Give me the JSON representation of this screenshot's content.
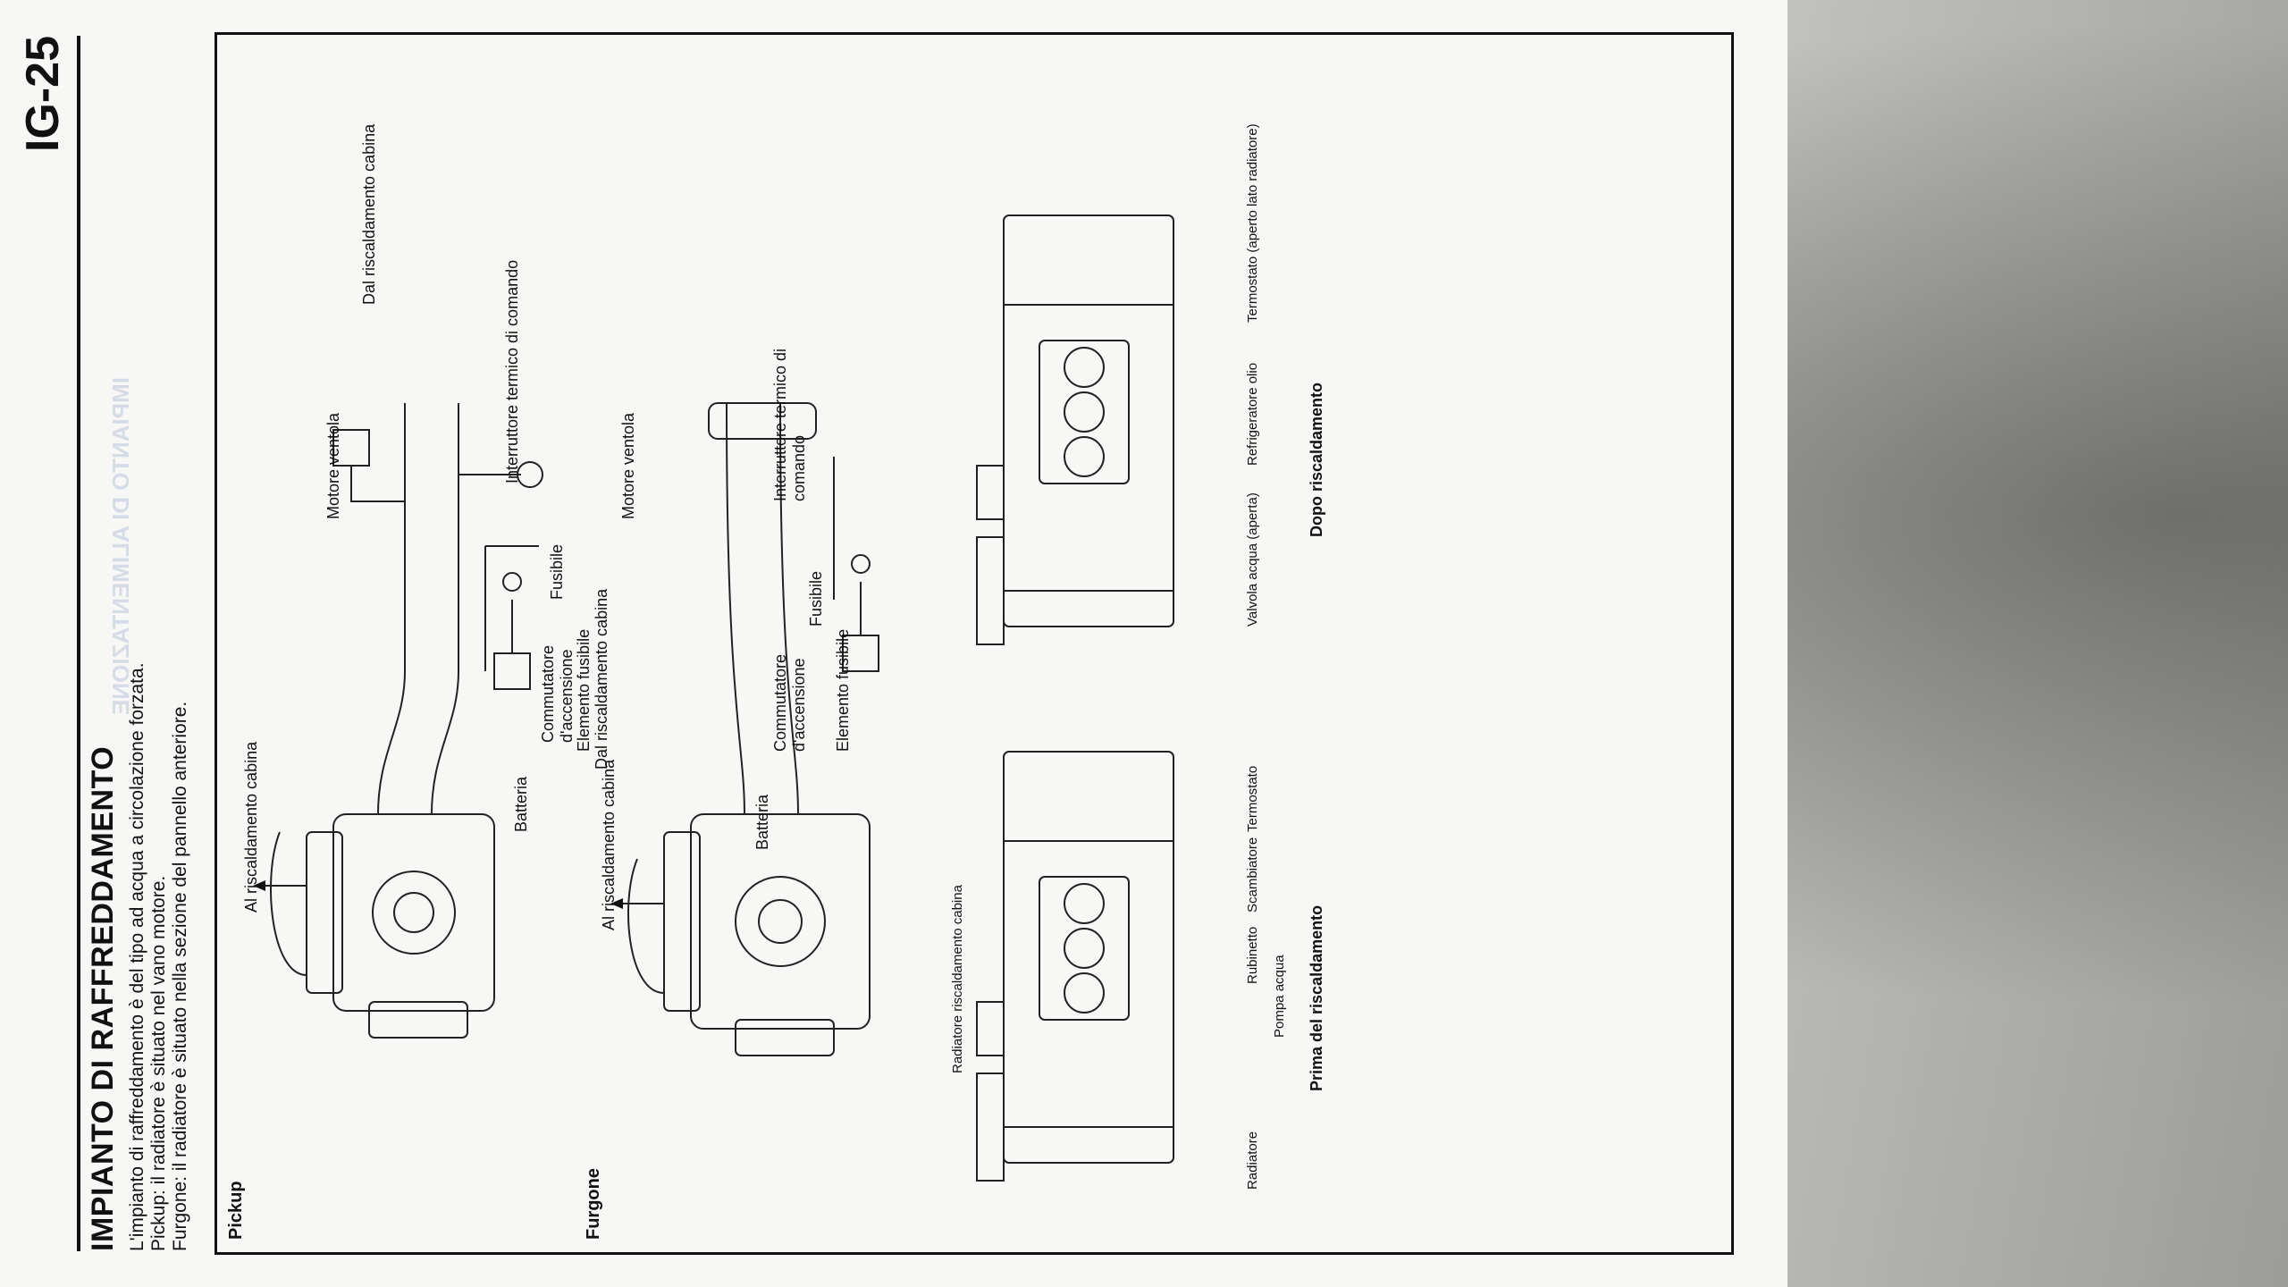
{
  "page": {
    "number": "IG-25",
    "title": "IMPIANTO DI RAFFREDDAMENTO",
    "intro": [
      "L'impianto di raffreddamento è del tipo ad acqua a circolazione forzata.",
      "Pickup: il radiatore è situato nel vano motore.",
      "Furgone: il radiatore è situato nella sezione del pannello anteriore."
    ]
  },
  "pickup": {
    "heading": "Pickup",
    "to_cab_heating": "Al riscaldamento cabina",
    "from_cab_heating": "Dal riscaldamento cabina",
    "fan_motor": "Motore ventola",
    "thermal_switch": "Interruttore termico di comando",
    "ignition_switch": "Commutatore d'accensione",
    "fuse": "Fusibile",
    "fuse_element": "Elemento fusibile",
    "battery": "Batteria"
  },
  "van": {
    "heading": "Furgone",
    "to_cab_heating": "Al riscaldamento cabina",
    "from_cab_heating": "Dal riscaldamento cabina",
    "fan_motor": "Motore ventola",
    "ignition_switch": "Commutatore d'accensione",
    "fuse": "Fusibile",
    "fuse_element": "Elemento fusibile",
    "battery": "Batteria",
    "thermal_switch": "Interruttore termico di comando"
  },
  "before": {
    "caption": "Prima del riscaldamento",
    "radiator": "Radiatore",
    "cab_radiator": "Radiatore riscaldamento cabina",
    "tap": "Rubinetto",
    "exchanger": "Scambiatore",
    "thermostat": "Termostato",
    "water_pump": "Pompa acqua"
  },
  "after": {
    "caption": "Dopo riscaldamento",
    "water_valve": "Valvola acqua (aperta)",
    "oil_cooler": "Refrigeratore olio",
    "thermostat": "Termostato (aperto lato radiatore)"
  },
  "ghost_text": {
    "mirror_title": "IMPIANTO DI ALIMENTAZIONE"
  }
}
